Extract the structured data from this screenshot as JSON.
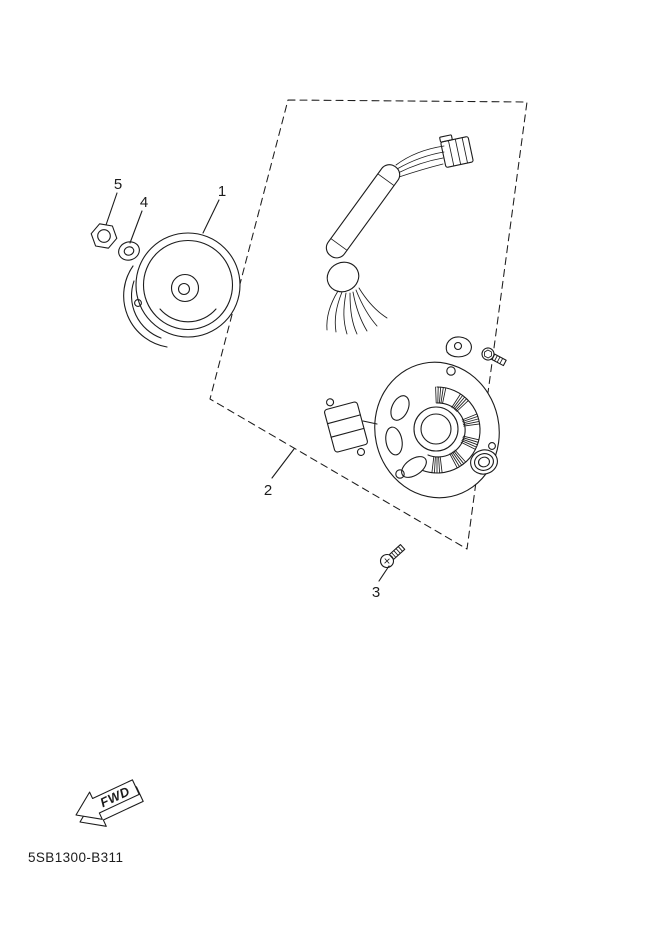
{
  "diagram": {
    "type": "exploded-parts-diagram",
    "callouts": [
      {
        "part": "flywheel-rotor",
        "label": "1"
      },
      {
        "part": "stator-assembly",
        "label": "2"
      },
      {
        "part": "mount-screw",
        "label": "3"
      },
      {
        "part": "washer",
        "label": "4"
      },
      {
        "part": "nut",
        "label": "5"
      }
    ],
    "fwd": "FWD",
    "drawing_number": "5SB1300-B311",
    "colors": {
      "ink": "#1c1c1c",
      "background": "#ffffff"
    }
  }
}
